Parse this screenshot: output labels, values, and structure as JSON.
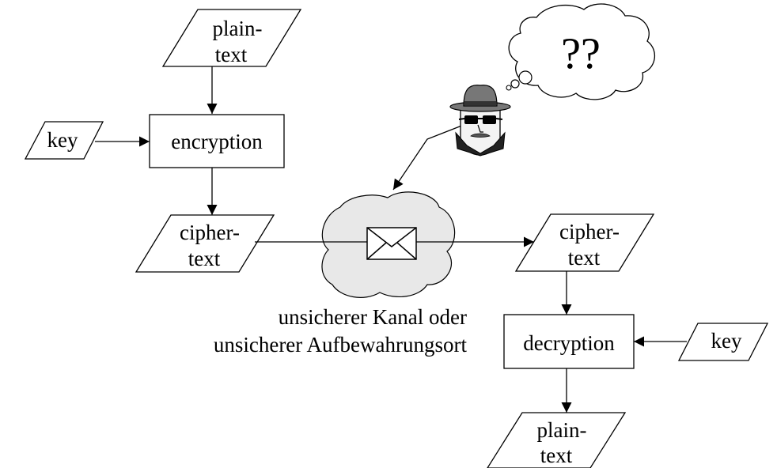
{
  "diagram": {
    "plaintext_top": {
      "line1": "plain-",
      "line2": "text"
    },
    "key_left": "key",
    "encryption": "encryption",
    "ciphertext_left": {
      "line1": "cipher-",
      "line2": "text"
    },
    "ciphertext_right": {
      "line1": "cipher-",
      "line2": "text"
    },
    "channel_label": {
      "line1": "unsicherer Kanal oder",
      "line2": "unsicherer Aufbewahrungsort"
    },
    "decryption": "decryption",
    "key_right": "key",
    "plaintext_bottom": {
      "line1": "plain-",
      "line2": "text"
    },
    "eavesdropper_thought": "??"
  },
  "icons": {
    "envelope": "envelope-icon",
    "eavesdropper": "spy-face-icon",
    "cloud": "cloud-icon",
    "thought_bubble": "thought-bubble-icon"
  },
  "colors": {
    "cloud_fill": "#e8e8e8",
    "ink": "#000000",
    "hat": "#777777"
  }
}
